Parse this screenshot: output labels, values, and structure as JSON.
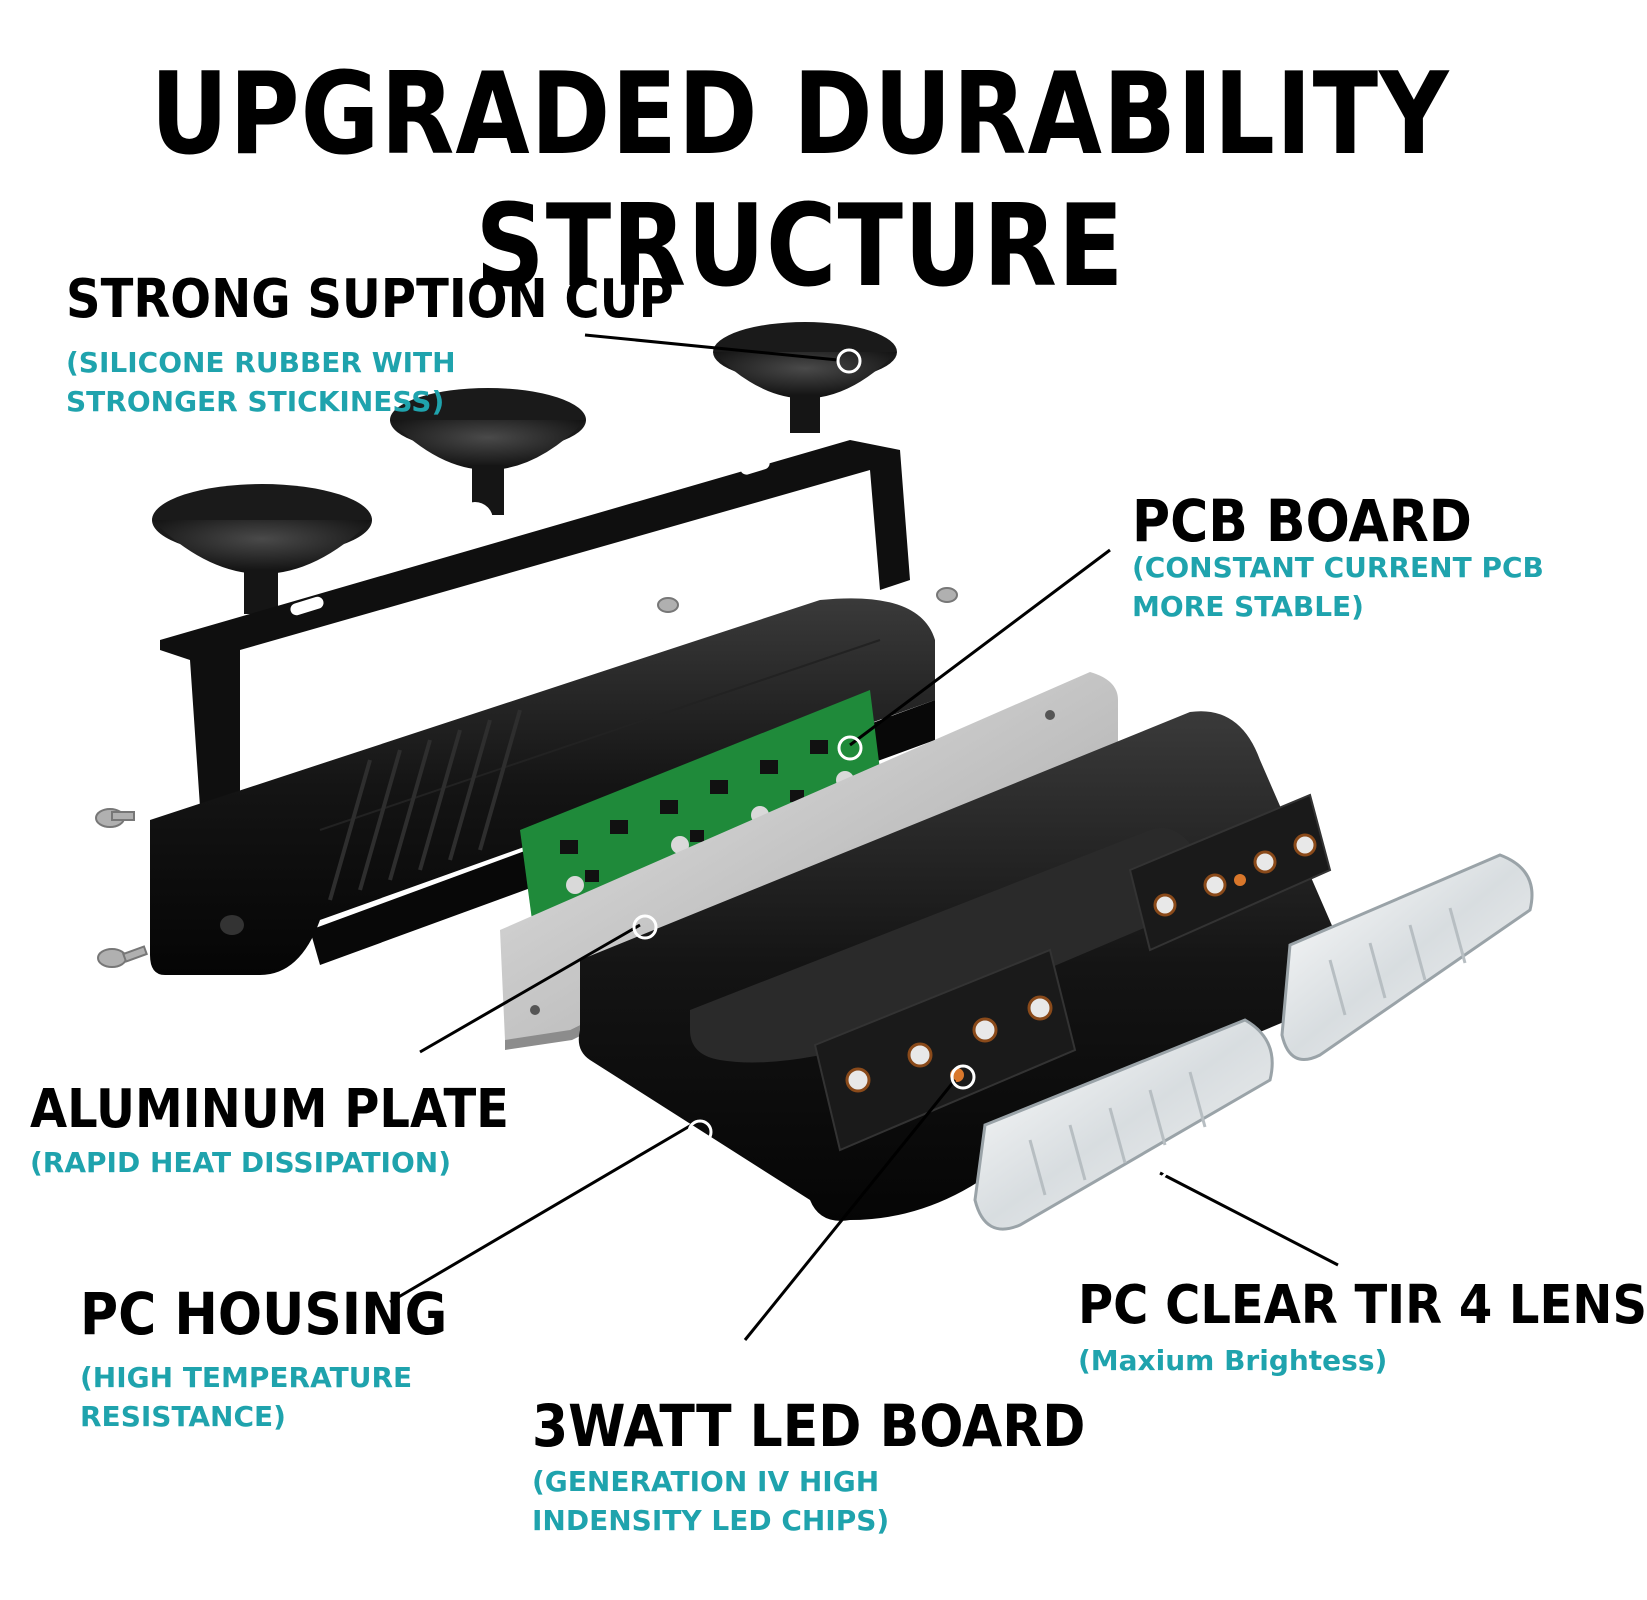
{
  "title": "UPGRADED DURABILITY STRUCTURE",
  "colors": {
    "heading": "#000000",
    "accent": "#1fa3ad",
    "housing": "#121212",
    "pcb": "#1f8a3a",
    "plate": "#c9c9c9"
  },
  "callouts": {
    "suction_cup": {
      "label": "STRONG SUPTION CUP",
      "detail": [
        "(SILICONE RUBBER WITH",
        "STRONGER STICKINESS)"
      ]
    },
    "pcb_board": {
      "label": "PCB BOARD",
      "detail": [
        "(CONSTANT CURRENT PCB",
        "MORE STABLE)"
      ]
    },
    "aluminum_plate": {
      "label": "ALUMINUM PLATE",
      "detail": [
        "(RAPID HEAT DISSIPATION)"
      ]
    },
    "pc_housing": {
      "label": "PC HOUSING",
      "detail": [
        "(HIGH TEMPERATURE",
        "RESISTANCE)"
      ]
    },
    "lens": {
      "label": "PC CLEAR  TIR 4 LENS",
      "detail": [
        "(Maxium Brightess)"
      ]
    },
    "led_board": {
      "label": "3WATT LED BOARD",
      "detail": [
        "(GENERATION IV HIGH",
        "INDENSITY LED CHIPS)"
      ]
    }
  }
}
